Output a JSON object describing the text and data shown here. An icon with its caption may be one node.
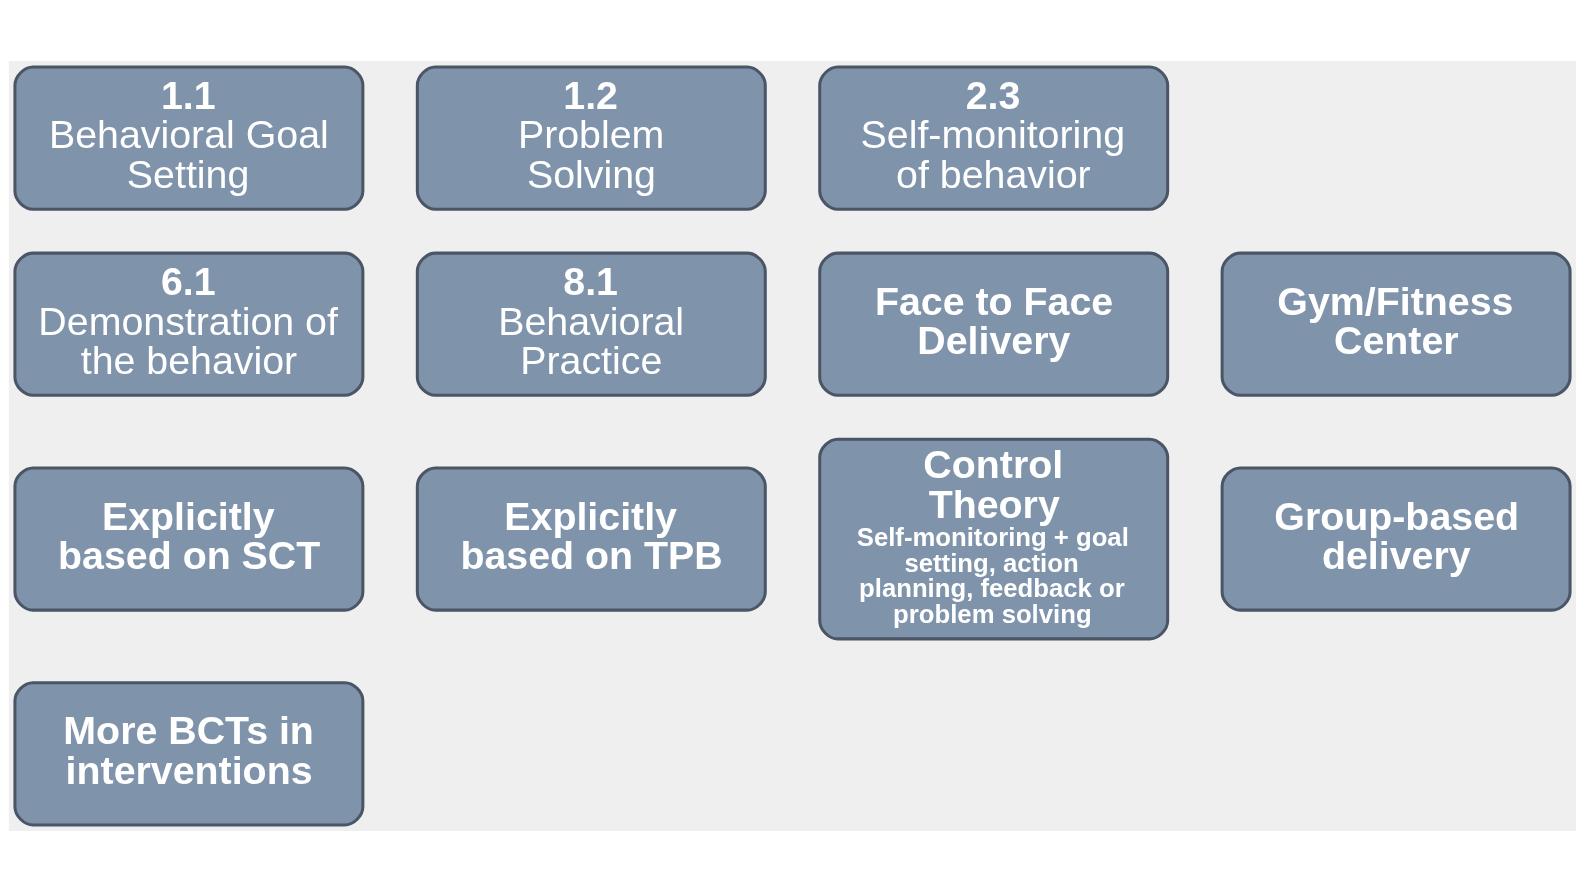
{
  "diagram": {
    "nodes": [
      {
        "text": [
          "1.1",
          "Behavioral Goal Setting"
        ]
      },
      {
        "text": [
          "1.2",
          "Problem Solving"
        ]
      },
      {
        "text": [
          "2.3",
          "Self-monitoring of behavior"
        ]
      },
      {
        "text": [
          "6.1",
          "Demonstration of the behavior"
        ]
      },
      {
        "text": [
          "8.1",
          "Behavioral Practice"
        ]
      },
      {
        "text": [
          "Face to Face Delivery"
        ]
      },
      {
        "text": [
          "Gym/Fitness Center"
        ]
      },
      {
        "text": [
          "Explicitly based on SCT"
        ]
      },
      {
        "text": [
          "Explicitly based on TPB"
        ]
      },
      {
        "text": [
          "Control Theory",
          "Self-monitoring + goal setting, action planning, feedback or problem solving"
        ]
      },
      {
        "text": [
          "Group-based delivery"
        ]
      },
      {
        "text": [
          "More BCTs in interventions"
        ]
      }
    ]
  }
}
